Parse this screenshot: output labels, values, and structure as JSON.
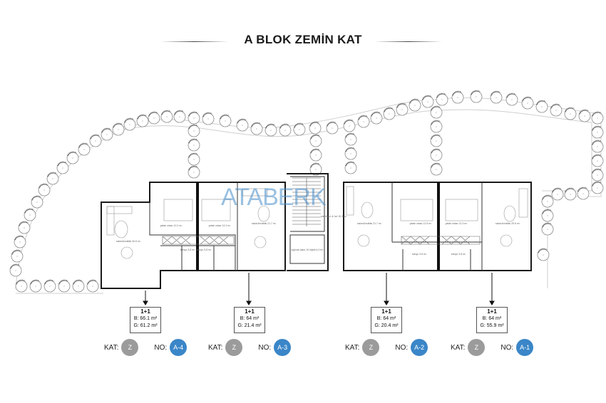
{
  "title": "A BLOK ZEMİN KAT",
  "watermark": "ATABERK",
  "colors": {
    "kat_circle": "#9b9b9b",
    "no_circle": "#3a86c8",
    "wall": "#1a1a1a",
    "tree": "#777777"
  },
  "rooms": {
    "a4_salon": "salon&mutfak 30.6 m²",
    "a4_yatak": "yatak odası 12.2 m²",
    "a4_banyo": "banyo 3.8 m²",
    "a3_yatak": "yatak odası 12.2 m²",
    "a3_banyo": "banyo 3.8 m²",
    "a3_salon": "salon&mutfak 21.7 m²",
    "merdiven": "merdiven & hol 15.2 m²",
    "sigınak": "sığınak alanı 10 kişilik 6.0 m²",
    "a2_salon": "salon&mutfak 21.7 m²",
    "a2_yatak": "yatak odası 12.5 m²",
    "a2_banyo": "banyo 3.8 m²",
    "a1_yatak": "yatak odası 12.3 m²",
    "a1_banyo": "banyo 3.8 m²",
    "a1_salon": "salon&mutfak 20.6 m²"
  },
  "units": [
    {
      "type": "1+1",
      "b": "B: 66.1 m²",
      "g": "G: 61.2 m²",
      "kat_label": "KAT:",
      "kat": "Z",
      "no_label": "NO:",
      "no": "A-4"
    },
    {
      "type": "1+1",
      "b": "B: 64 m²",
      "g": "G: 21.4 m²",
      "kat_label": "KAT:",
      "kat": "Z",
      "no_label": "NO:",
      "no": "A-3"
    },
    {
      "type": "1+1",
      "b": "B: 64 m²",
      "g": "G: 20.4 m²",
      "kat_label": "KAT:",
      "kat": "Z",
      "no_label": "NO:",
      "no": "A-2"
    },
    {
      "type": "1+1",
      "b": "B: 64 m²",
      "g": "G: 55.9 m²",
      "kat_label": "KAT:",
      "kat": "Z",
      "no_label": "NO:",
      "no": "A-1"
    }
  ]
}
